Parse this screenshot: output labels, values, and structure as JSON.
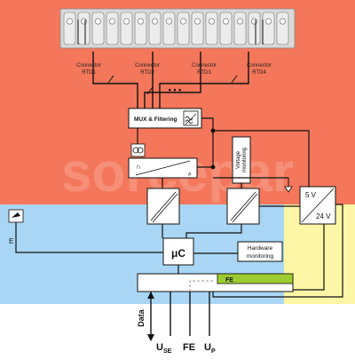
{
  "connectors": [
    {
      "top": "Connector",
      "bottom": "RTD1"
    },
    {
      "top": "Connector",
      "bottom": "RTD2"
    },
    {
      "top": "Connector",
      "bottom": "RTD3"
    },
    {
      "top": "Connector",
      "bottom": "RTD4"
    }
  ],
  "ellipsis": "• • •",
  "mux_label": "MUX & Filtering",
  "current_source_symbol": "∩",
  "adc_marker": "#",
  "voltage_monitoring": [
    "Voltage",
    "monitoring"
  ],
  "microcontroller": "μC",
  "hardware_monitoring": [
    "Hardware",
    "monitoring"
  ],
  "psu_top": "5 V",
  "psu_bottom": "24 V",
  "fe_box_label": "FE",
  "e_label": "E",
  "data_label": "Data",
  "bottom_labels": {
    "use_main": "U",
    "use_sub": "SE",
    "fe": "FE",
    "up_main": "U",
    "up_sub": "P"
  },
  "watermark": "sorcepar",
  "colors": {
    "field_zone": "#f4775b",
    "logic_zone": "#a9d6f4",
    "supply_zone": "#fdf6a6",
    "fe_green": "#9ccc2f",
    "terminal_strip": "#d9d9d9"
  }
}
